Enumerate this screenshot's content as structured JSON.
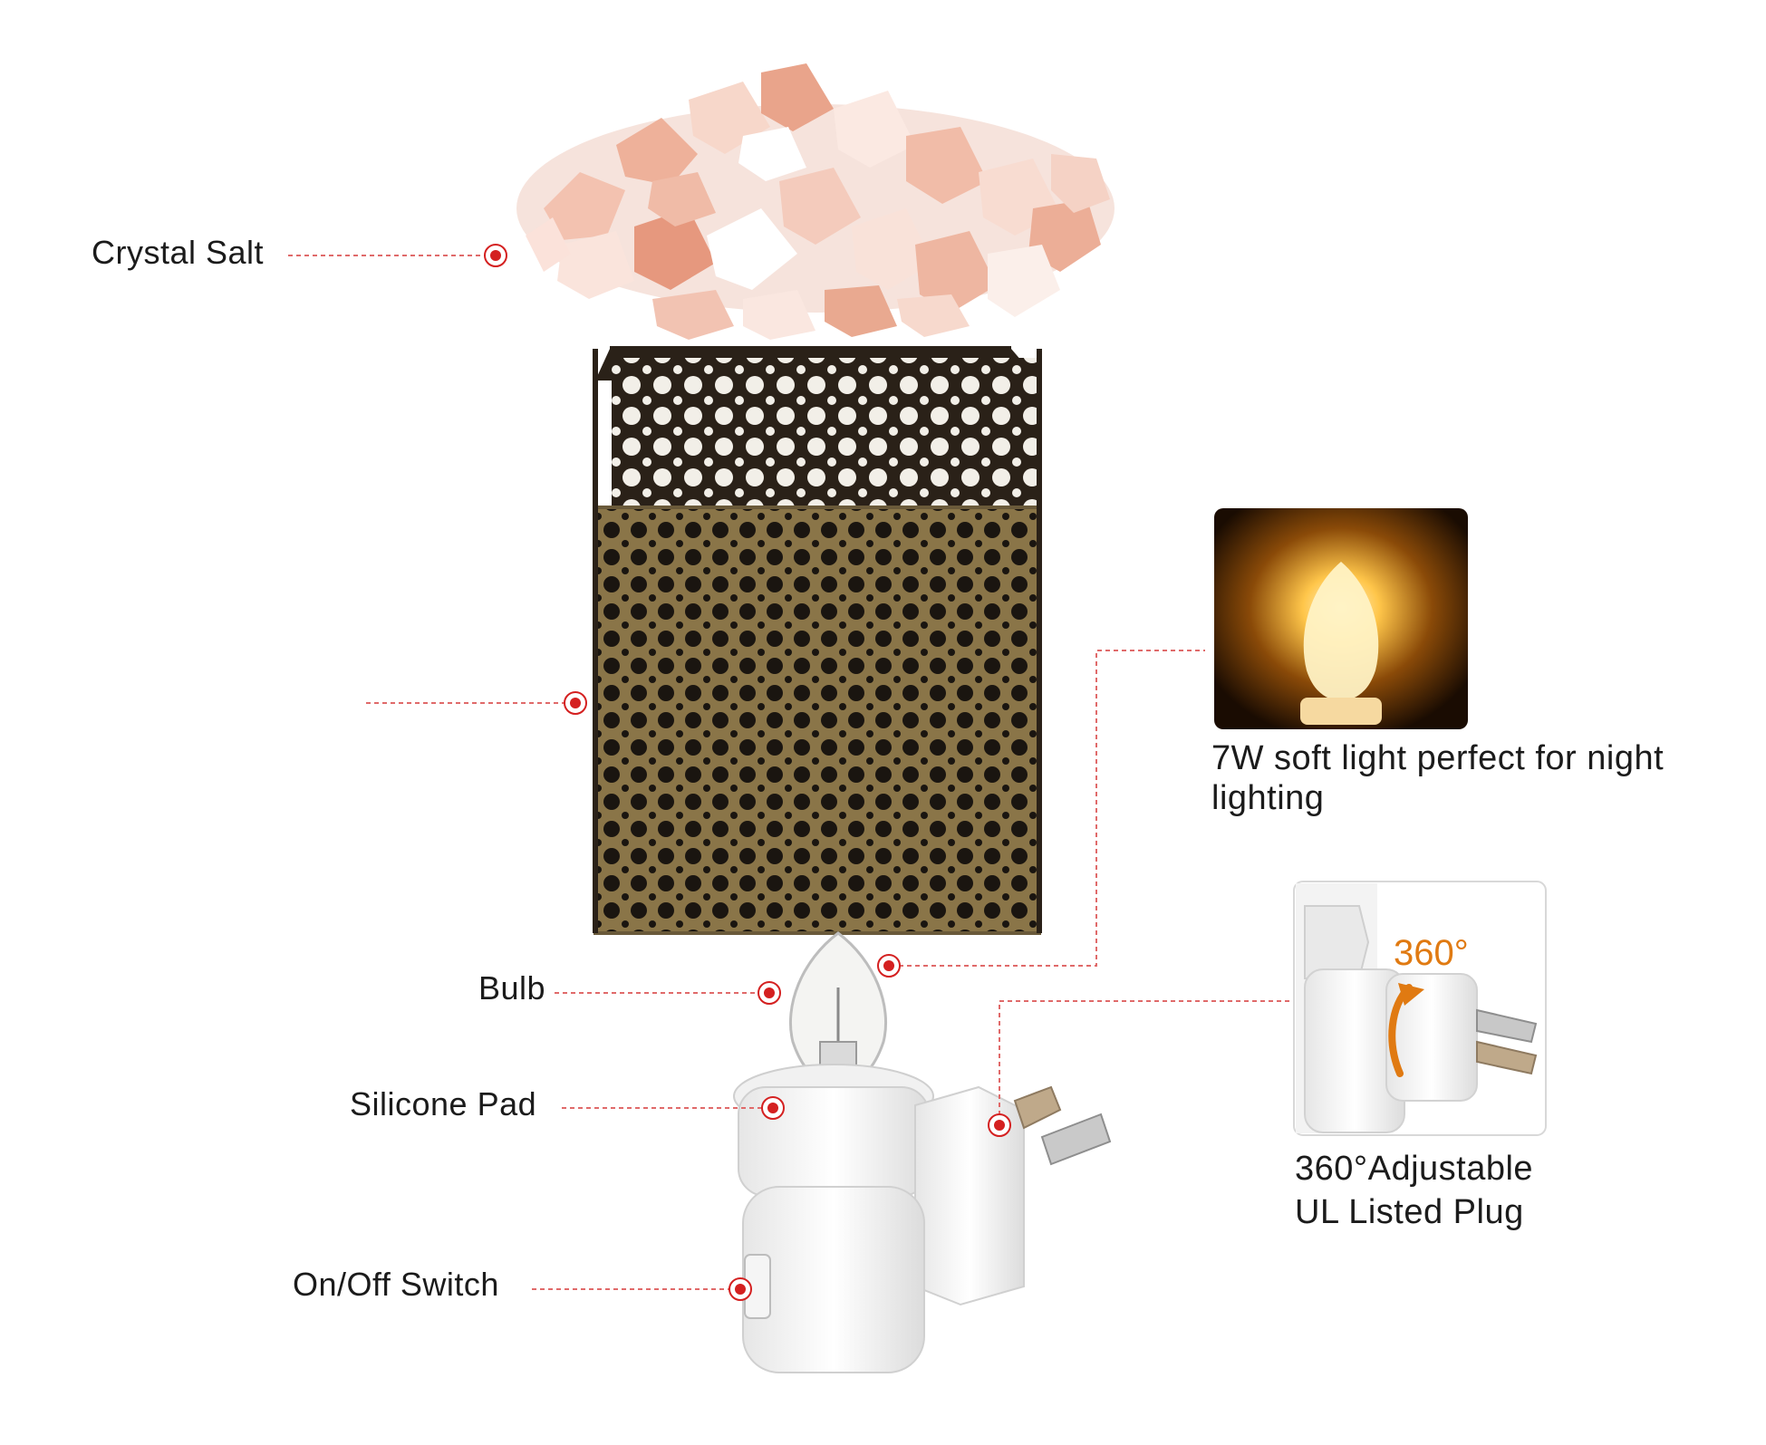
{
  "labels": {
    "crystal_salt": "Crystal Salt",
    "bulb": "Bulb",
    "silicone_pad": "Silicone Pad",
    "switch": "On/Off Switch"
  },
  "features": {
    "light_caption": "7W soft light perfect for night lighting",
    "plug_caption_line1": "360°Adjustable",
    "plug_caption_line2": "UL Listed Plug",
    "rotation_badge": "360°"
  },
  "colors": {
    "marker": "#d42020",
    "leader": "#e06a6a",
    "accent": "#e07a12",
    "cage": "#2a2118",
    "brass": "#8a7548"
  }
}
